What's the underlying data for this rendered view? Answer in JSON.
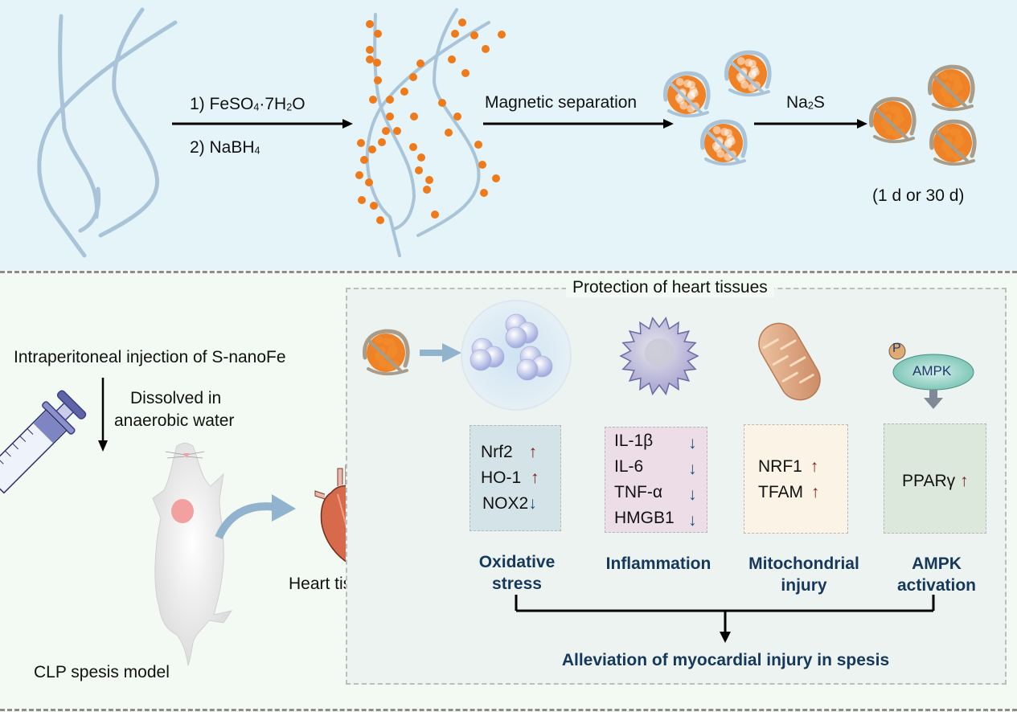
{
  "synthesis": {
    "step1_reagent_1": "1) FeSO",
    "step1_reagent_1_sub": "4",
    "step1_reagent_1_tail": "·7H",
    "step1_reagent_1_sub2": "2",
    "step1_reagent_1_end": "O",
    "step1_reagent_2": "2) NaBH",
    "step1_reagent_2_sub": "4",
    "step2_label": "Magnetic separation",
    "step3_reagent": "Na",
    "step3_reagent_sub": "2",
    "step3_reagent_end": "S",
    "aging_note": "(1 d or 30 d)"
  },
  "in_vivo": {
    "injection_label": "Intraperitoneal injection of S-nanoFe",
    "dissolved_line1": "Dissolved in",
    "dissolved_line2": "anaerobic water",
    "model_label": "CLP spesis model",
    "heart_label": "Heart tissues"
  },
  "protection": {
    "title": "Protection of heart tissues",
    "ampk_badge": "AMPK",
    "phospho_badge": "P",
    "groups": [
      {
        "category_line1": "Oxidative",
        "category_line2": "stress",
        "box_color": "#d3e3e8",
        "markers": [
          {
            "name": "Nrf2",
            "direction": "up"
          },
          {
            "name": "HO-1",
            "direction": "up"
          },
          {
            "name": "NOX2",
            "direction": "down"
          }
        ]
      },
      {
        "category_line1": "Inflammation",
        "category_line2": "",
        "box_color": "#ecdde6",
        "markers": [
          {
            "name": "IL-1β",
            "direction": "down"
          },
          {
            "name": "IL-6",
            "direction": "down"
          },
          {
            "name": "TNF-α",
            "direction": "down"
          },
          {
            "name": "HMGB1",
            "direction": "down"
          }
        ]
      },
      {
        "category_line1": "Mitochondrial",
        "category_line2": "injury",
        "box_color": "#fbf4e6",
        "markers": [
          {
            "name": "NRF1",
            "direction": "up"
          },
          {
            "name": "TFAM",
            "direction": "up"
          }
        ]
      },
      {
        "category_line1": "AMPK",
        "category_line2": "activation",
        "box_color": "#dce8dc",
        "markers": [
          {
            "name": "PPARγ",
            "direction": "up"
          }
        ]
      }
    ],
    "outcome": "Alleviation of  myocardial injury in spesis"
  },
  "arrows": {
    "up": "↑",
    "down": "↓"
  },
  "colors": {
    "fiber": "#a9c4d8",
    "iron": "#ef7a1a",
    "sulfide_coat": "#a89d8a",
    "up_arrow": "#7b2224",
    "down_arrow": "#1d4f7d",
    "category_text": "#16385a"
  }
}
